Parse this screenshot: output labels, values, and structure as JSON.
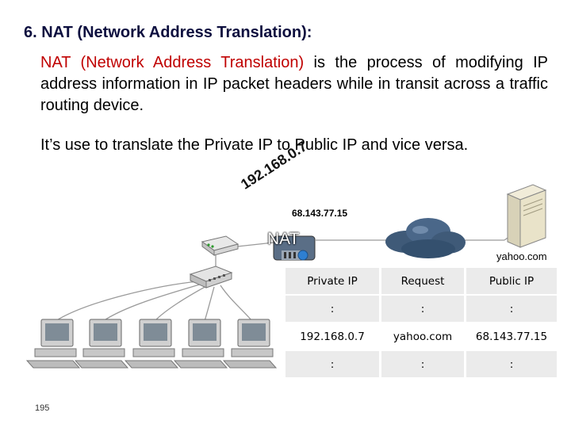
{
  "heading": "6. NAT (Network Address Translation):",
  "para1_lead": "NAT (Network Address Translation)",
  "para1_rest": " is the process of modifying IP address information in IP packet headers while in transit across a traffic routing device.",
  "para2": "It’s use to translate the Private IP to Public IP and vice versa.",
  "diagram": {
    "private_ip": "192.168.0.7",
    "public_ip": "68.143.77.15",
    "nat_label": "NAT",
    "server_label": "yahoo.com"
  },
  "table": {
    "headers": [
      "Private IP",
      "Request",
      "Public IP"
    ],
    "rows": [
      [
        ":",
        ":",
        ":"
      ],
      [
        "192.168.0.7",
        "yahoo.com",
        "68.143.77.15"
      ],
      [
        ":",
        ":",
        ":"
      ]
    ]
  },
  "page_number": "195"
}
